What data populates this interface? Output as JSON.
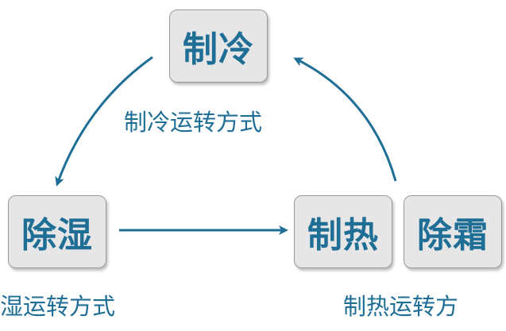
{
  "nodes": {
    "cooling": "制冷",
    "dehumidify": "除湿",
    "heating": "制热",
    "defrost": "除霜"
  },
  "labels": {
    "cooling_mode": "制冷运转方式",
    "dehumidify_mode": "湿运转方式",
    "heating_mode": "制热运转方"
  },
  "colors": {
    "accent": "#1f6e96",
    "box_fill": "#e6e6e6",
    "box_border": "#9a9a9a"
  }
}
